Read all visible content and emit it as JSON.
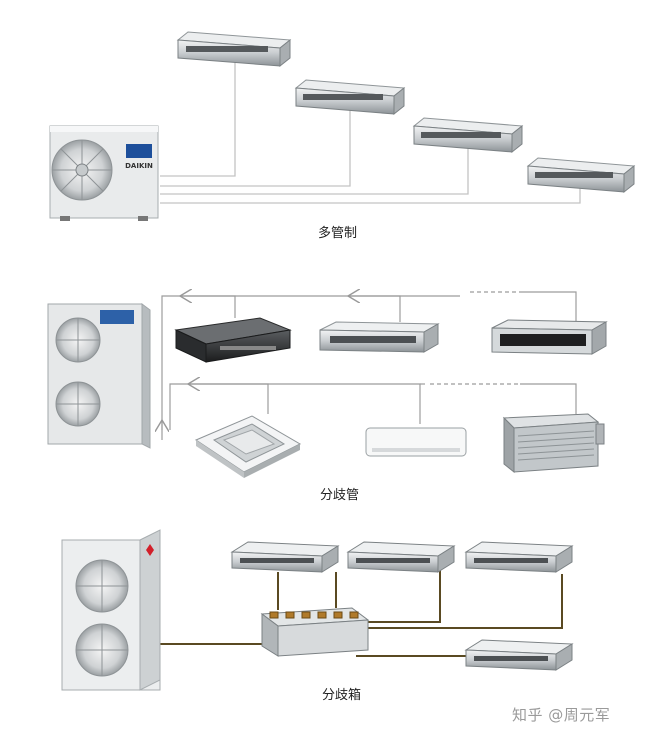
{
  "sections": {
    "multi_pipe": {
      "caption": "多管制"
    },
    "branch_pipe": {
      "caption": "分歧管"
    },
    "branch_box": {
      "caption": "分歧箱"
    }
  },
  "watermark": "知乎 @周元军",
  "outdoor_logo_text": "DAIKIN",
  "colors": {
    "pipe_light": "#b9b9b9",
    "pipe_dark": "#6b5a2e",
    "unit_body": "#e6e8ea",
    "unit_shadow": "#9aa0a5"
  }
}
